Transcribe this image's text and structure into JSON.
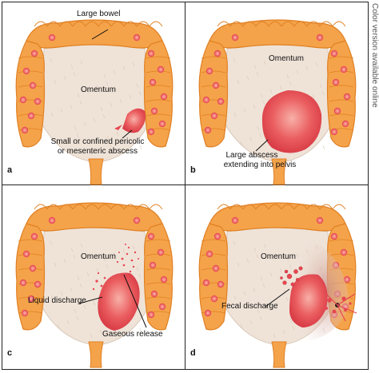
{
  "side_note": "Color version available online",
  "panels": [
    {
      "letter": "a",
      "labels": {
        "bowel": "Large bowel",
        "omentum": "Omentum",
        "abscess_line1": "Small or confined pericolic",
        "abscess_line2": "or mesenteric abscess"
      }
    },
    {
      "letter": "b",
      "labels": {
        "omentum": "Omentum",
        "abscess_line1": "Large abscess",
        "abscess_line2": "extending into pelvis"
      }
    },
    {
      "letter": "c",
      "labels": {
        "omentum": "Omentum",
        "liquid": "Liquid discharge",
        "gaseous": "Gaseous release"
      }
    },
    {
      "letter": "d",
      "labels": {
        "omentum": "Omentum",
        "fecal": "Fecal discharge"
      }
    }
  ],
  "colors": {
    "bowel": "#f4a34a",
    "bowel_shadow": "#e07f22",
    "omentum": "#efe3d8",
    "abscess": "#e8454f",
    "spot": "#e8585f"
  }
}
